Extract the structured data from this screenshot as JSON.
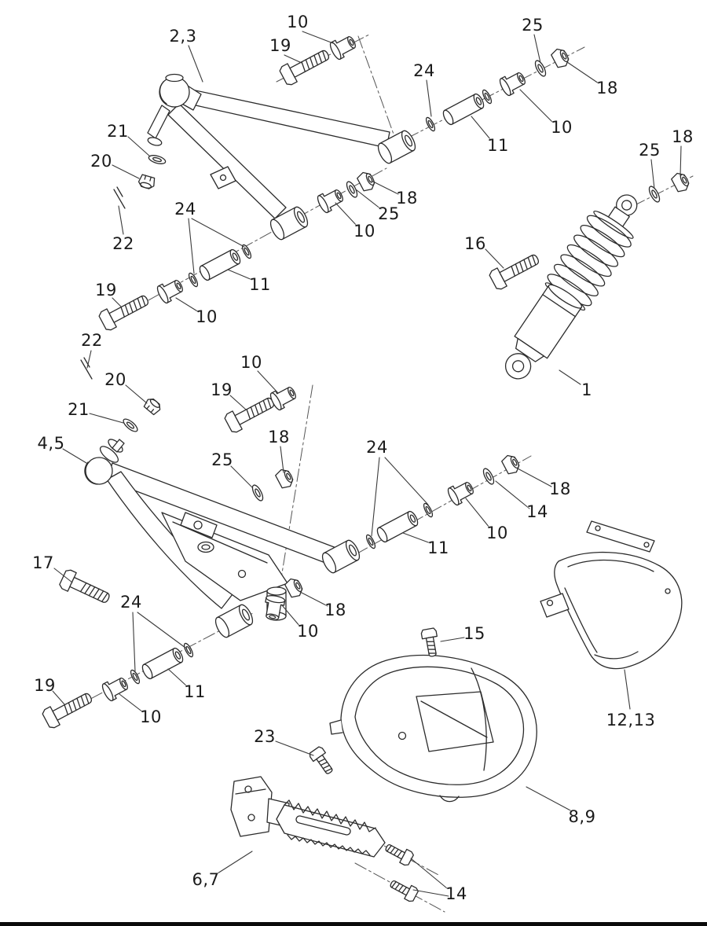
{
  "style": {
    "background": "#ffffff",
    "line_color": "#2b2b2b",
    "label_color": "#1a1a1a"
  },
  "labels": [
    {
      "text": "2,3"
    },
    {
      "text": "10"
    },
    {
      "text": "19"
    },
    {
      "text": "25"
    },
    {
      "text": "24"
    },
    {
      "text": "18"
    },
    {
      "text": "10"
    },
    {
      "text": "11"
    },
    {
      "text": "21"
    },
    {
      "text": "20"
    },
    {
      "text": "18"
    },
    {
      "text": "25"
    },
    {
      "text": "18"
    },
    {
      "text": "25"
    },
    {
      "text": "24"
    },
    {
      "text": "10"
    },
    {
      "text": "16"
    },
    {
      "text": "22"
    },
    {
      "text": "11"
    },
    {
      "text": "19"
    },
    {
      "text": "10"
    },
    {
      "text": "22"
    },
    {
      "text": "20"
    },
    {
      "text": "10"
    },
    {
      "text": "19"
    },
    {
      "text": "21"
    },
    {
      "text": "1"
    },
    {
      "text": "18"
    },
    {
      "text": "4,5"
    },
    {
      "text": "25"
    },
    {
      "text": "24"
    },
    {
      "text": "18"
    },
    {
      "text": "14"
    },
    {
      "text": "10"
    },
    {
      "text": "11"
    },
    {
      "text": "17"
    },
    {
      "text": "18"
    },
    {
      "text": "10"
    },
    {
      "text": "24"
    },
    {
      "text": "15"
    },
    {
      "text": "11"
    },
    {
      "text": "19"
    },
    {
      "text": "10"
    },
    {
      "text": "12,13"
    },
    {
      "text": "23"
    },
    {
      "text": "8,9"
    },
    {
      "text": "6,7"
    },
    {
      "text": "14"
    }
  ]
}
